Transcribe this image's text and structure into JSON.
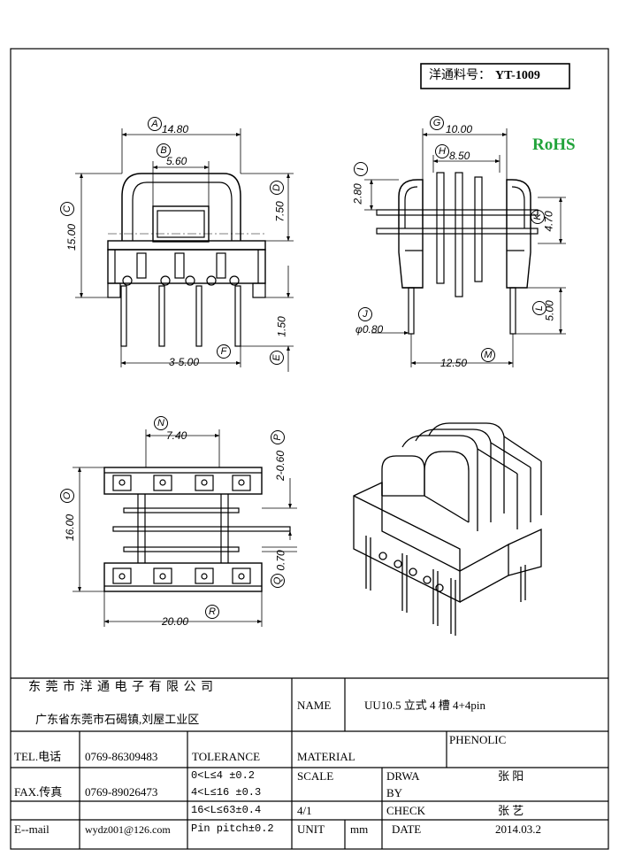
{
  "part_box": {
    "label": "洋通料号：",
    "part_no": "YT-1009"
  },
  "rohs": "RoHS",
  "front_view": {
    "dims": {
      "A": {
        "letter": "A",
        "value": "14.80"
      },
      "B": {
        "letter": "B",
        "value": "5.60"
      },
      "C": {
        "letter": "C",
        "value": "15.00"
      },
      "D": {
        "letter": "D",
        "value": "7.50"
      },
      "E": {
        "letter": "E",
        "value": "1.50"
      },
      "F": {
        "letter": "F",
        "value": "3-5.00"
      }
    }
  },
  "side_view": {
    "dims": {
      "G": {
        "letter": "G",
        "value": "10.00"
      },
      "H": {
        "letter": "H",
        "value": "8.50"
      },
      "I": {
        "letter": "I",
        "value": "2.80"
      },
      "J": {
        "letter": "J",
        "value": "φ0.80"
      },
      "K": {
        "letter": "K",
        "value": "4.70"
      },
      "L": {
        "letter": "L",
        "value": "5.00"
      },
      "M": {
        "letter": "M",
        "value": "12.50"
      }
    }
  },
  "bottom_view": {
    "dims": {
      "N": {
        "letter": "N",
        "value": "7.40"
      },
      "O": {
        "letter": "O",
        "value": "16.00"
      },
      "P": {
        "letter": "P",
        "value": "2-0.60"
      },
      "Q": {
        "letter": "Q",
        "value": "0.70"
      },
      "R": {
        "letter": "R",
        "value": "20.00"
      }
    }
  },
  "title_block": {
    "company": "东 莞 市 洋 通 电 子 有 限 公 司",
    "address": "广东省东莞市石碣镇,刘屋工业区",
    "name_label": "NAME",
    "name_value": "UU10.5 立式 4 槽 4+4pin",
    "tel_label": "TEL.电话",
    "tel_value": "0769-86309483",
    "fax_label": "FAX.传真",
    "fax_value": "0769-89026473",
    "email_label": "E--mail",
    "email_value": "wydz001@126.com",
    "tolerance_label": "TOLERANCE",
    "tolerances": [
      "0<L≤4   ±0.2",
      "4<L≤16  ±0.3",
      "16<L≤63±0.4",
      "Pin pitch±0.2"
    ],
    "material_label": "MATERIAL",
    "material_value": "PHENOLIC",
    "scale_label": "SCALE",
    "scale_value": "4/1",
    "drawn_label": "DRWA",
    "drawn_label_2": "BY",
    "drawn_value": "张 阳",
    "check_label": "CHECK",
    "check_value": "张 艺",
    "unit_label": "UNIT",
    "unit_value": "mm",
    "date_label": "DATE",
    "date_value": "2014.03.2"
  }
}
